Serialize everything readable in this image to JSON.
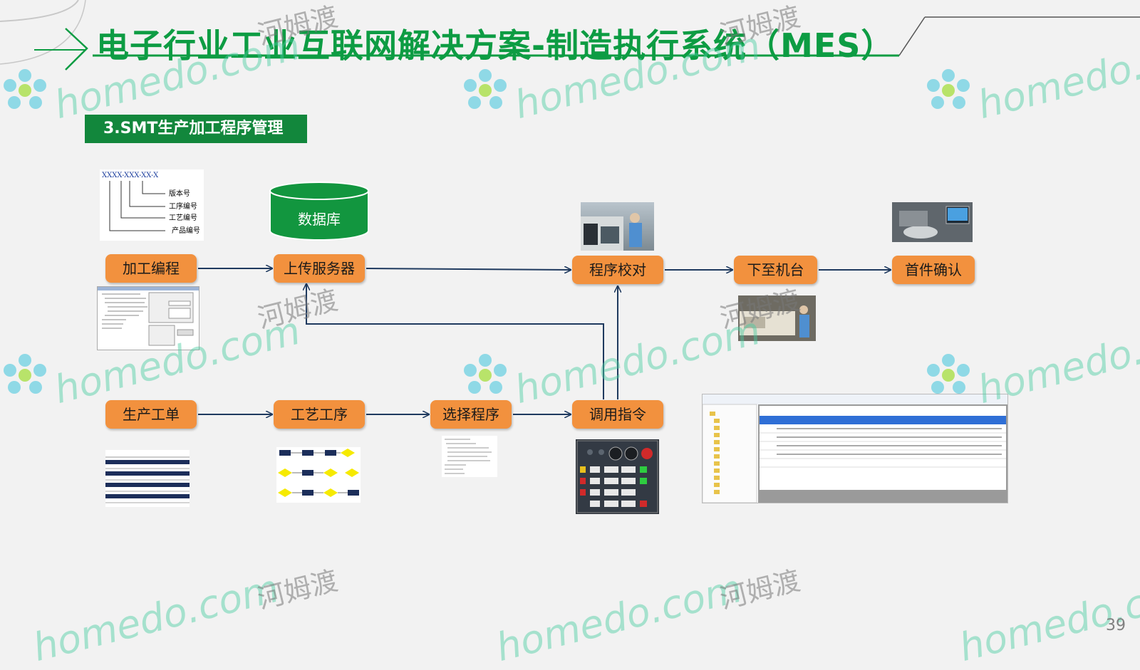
{
  "title": "电子行业工业互联网解决方案-制造执行系统（MES）",
  "section": "3.SMT生产加工程序管理",
  "nodes": {
    "jiagong": "加工编程",
    "upload": "上传服务器",
    "database": "数据库",
    "verify": "程序校对",
    "downmachine": "下至机台",
    "firstpiece": "首件确认",
    "workorder": "生产工单",
    "process": "工艺工序",
    "select": "选择程序",
    "call": "调用指令"
  },
  "code_diagram": {
    "code": "XXXX-XXX-XX-X",
    "labels": [
      "版本号",
      "工序编号",
      "工艺编号",
      "产品编号"
    ]
  },
  "watermark": {
    "brand": "homedo.com",
    "cn": "河姆渡"
  },
  "page_number": "39",
  "colors": {
    "title": "#0d9c43",
    "section": "#12873c",
    "node": "#f2913e",
    "database": "#12963f",
    "arrow": "#1f3a5f"
  }
}
